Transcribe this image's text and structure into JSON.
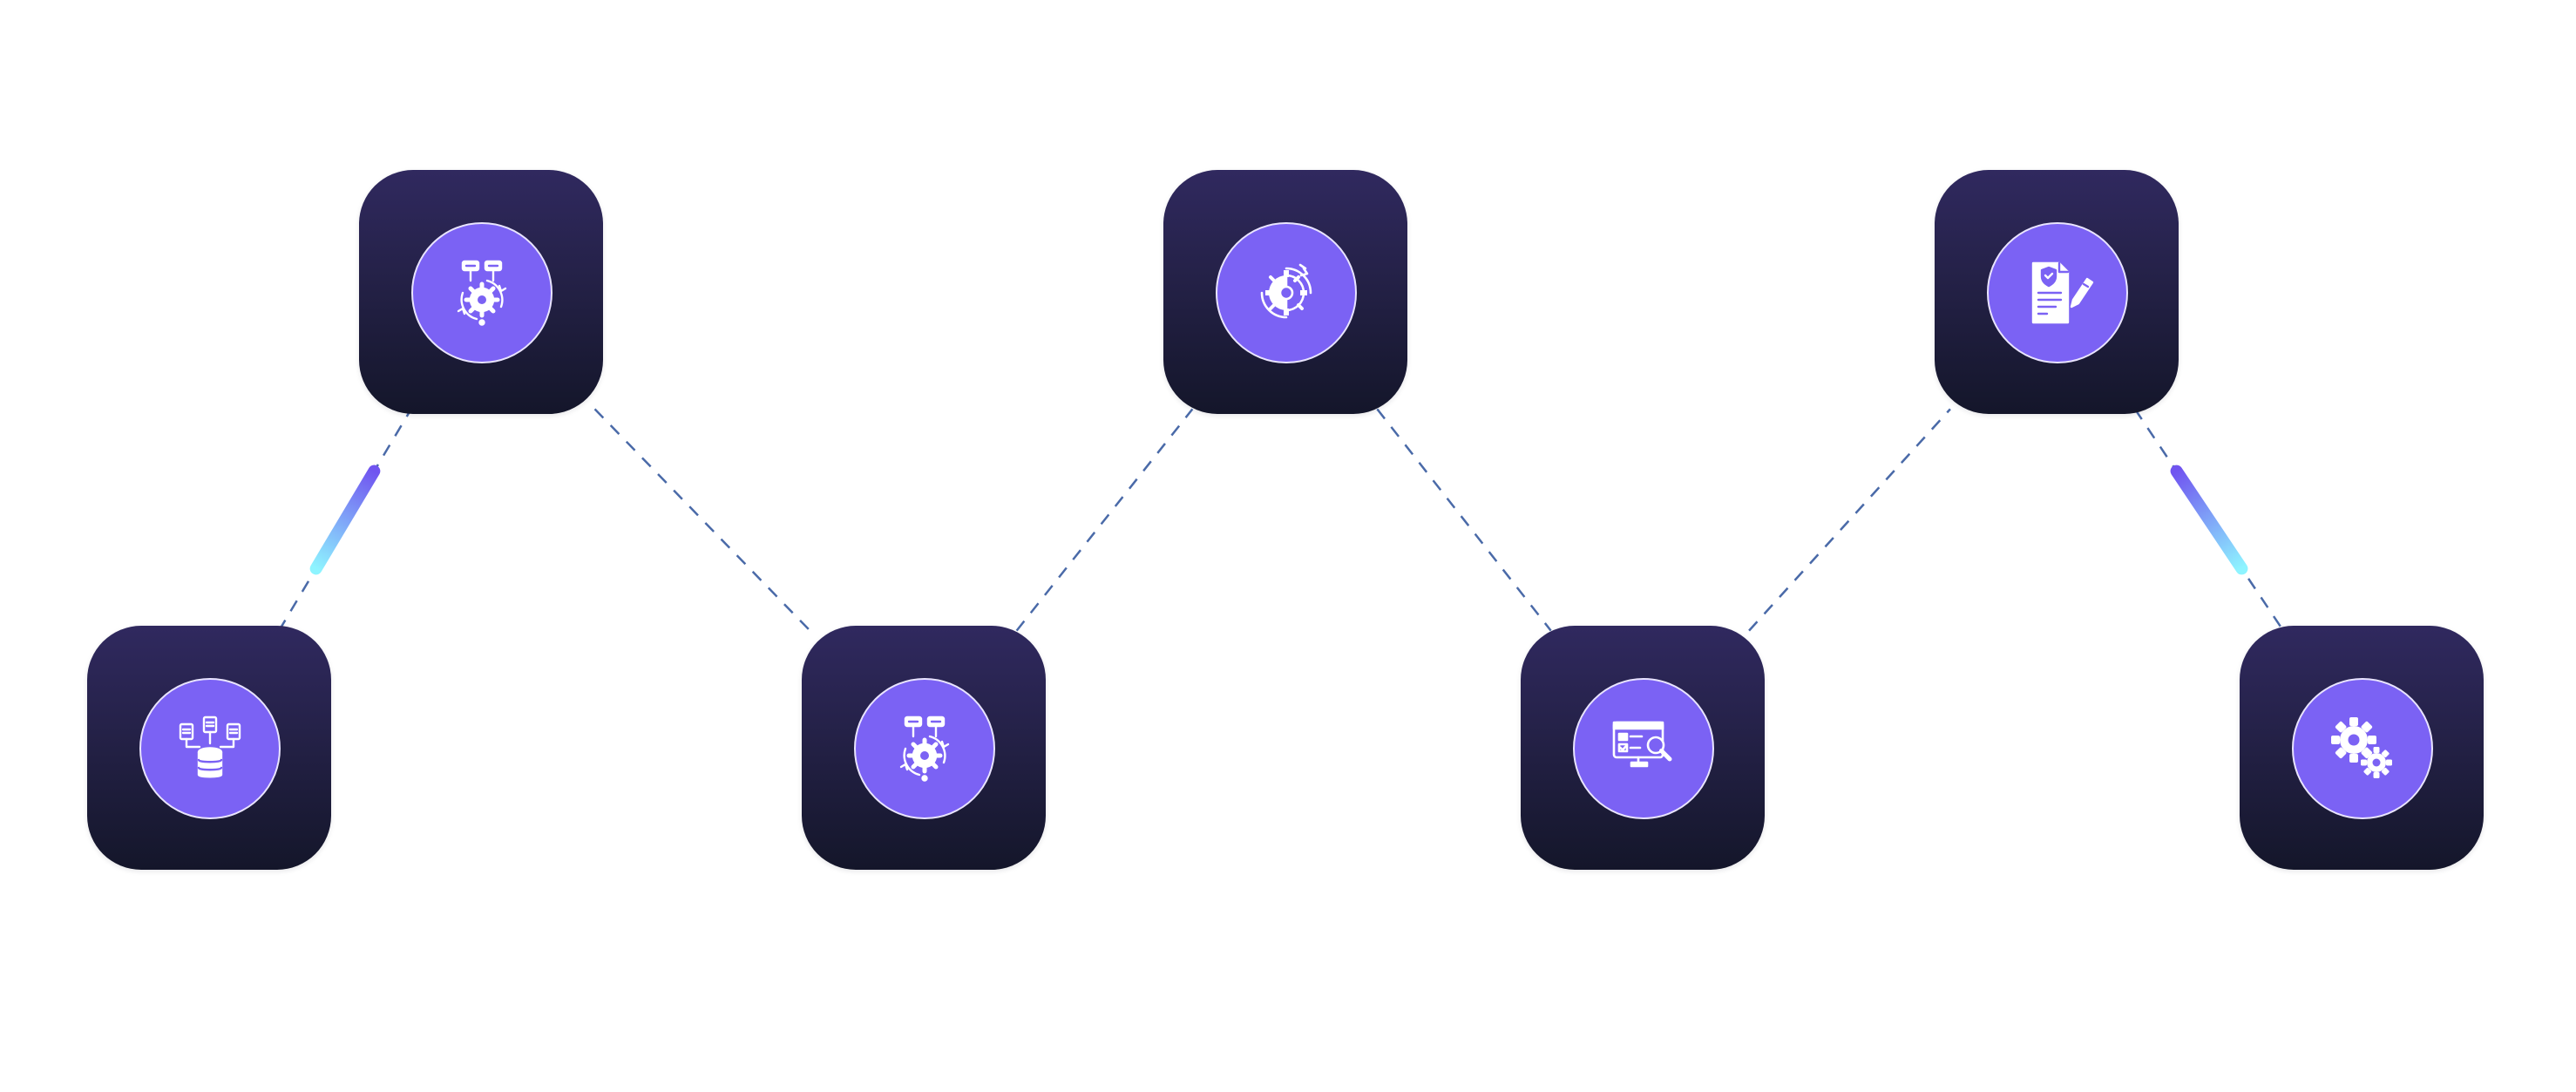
{
  "diagram": {
    "type": "zigzag-process-flow",
    "colors": {
      "background": "#ffffff",
      "node_fill_top": "#30295f",
      "node_fill_bottom": "#14162a",
      "icon_circle": "#7b62f4",
      "icon_circle_border": "#e9e4ff",
      "icon_glyph": "#ffffff",
      "connector_dash": "#4a6aa8",
      "accent_gradient_start": "#7054f0",
      "accent_gradient_end": "#8ef4ff"
    },
    "nodes": [
      {
        "id": "n1",
        "row": "low",
        "icon": "data-sources-database-icon"
      },
      {
        "id": "n2",
        "row": "high",
        "icon": "workflow-process-icon"
      },
      {
        "id": "n3",
        "row": "low",
        "icon": "workflow-process-icon"
      },
      {
        "id": "n4",
        "row": "high",
        "icon": "automation-gear-icon"
      },
      {
        "id": "n5",
        "row": "low",
        "icon": "monitor-search-icon"
      },
      {
        "id": "n6",
        "row": "high",
        "icon": "secure-document-icon"
      },
      {
        "id": "n7",
        "row": "low",
        "icon": "settings-gears-icon"
      }
    ],
    "connectors": [
      {
        "from": "n1",
        "to": "n2",
        "style": "dashed",
        "highlight": true
      },
      {
        "from": "n2",
        "to": "n3",
        "style": "dashed",
        "highlight": false
      },
      {
        "from": "n3",
        "to": "n4",
        "style": "dashed",
        "highlight": false
      },
      {
        "from": "n4",
        "to": "n5",
        "style": "dashed",
        "highlight": false
      },
      {
        "from": "n5",
        "to": "n6",
        "style": "dashed",
        "highlight": false
      },
      {
        "from": "n6",
        "to": "n7",
        "style": "dashed",
        "highlight": true
      }
    ]
  }
}
